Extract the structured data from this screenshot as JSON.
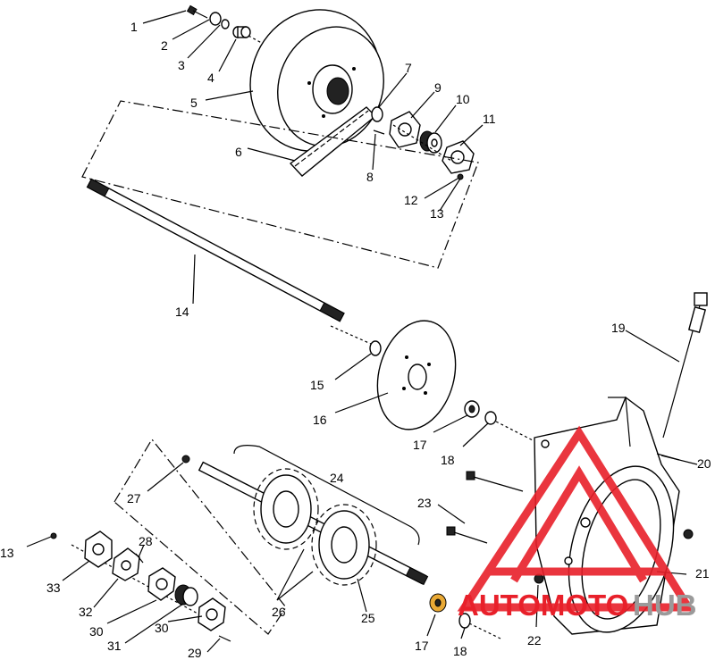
{
  "callouts": {
    "c1": "1",
    "c2": "2",
    "c3": "3",
    "c4": "4",
    "c5": "5",
    "c6": "6",
    "c7": "7",
    "c8": "8",
    "c9": "9",
    "c10": "10",
    "c11": "11",
    "c12": "12",
    "c13a": "13",
    "c14": "14",
    "c15": "15",
    "c16": "16",
    "c17a": "17",
    "c18a": "18",
    "c19": "19",
    "c20": "20",
    "c21": "21",
    "c22": "22",
    "c23": "23",
    "c24": "24",
    "c25": "25",
    "c26": "26",
    "c27": "27",
    "c28": "28",
    "c29": "29",
    "c30a": "30",
    "c30b": "30",
    "c31": "31",
    "c32": "32",
    "c33": "33",
    "c13b": "13",
    "c17b": "17",
    "c18b": "18"
  },
  "watermark": {
    "brand_red": "AUTOMOTO",
    "brand_gray": "HUB",
    "red_color": "#e8202a",
    "gray_color": "#9a9a9a"
  }
}
